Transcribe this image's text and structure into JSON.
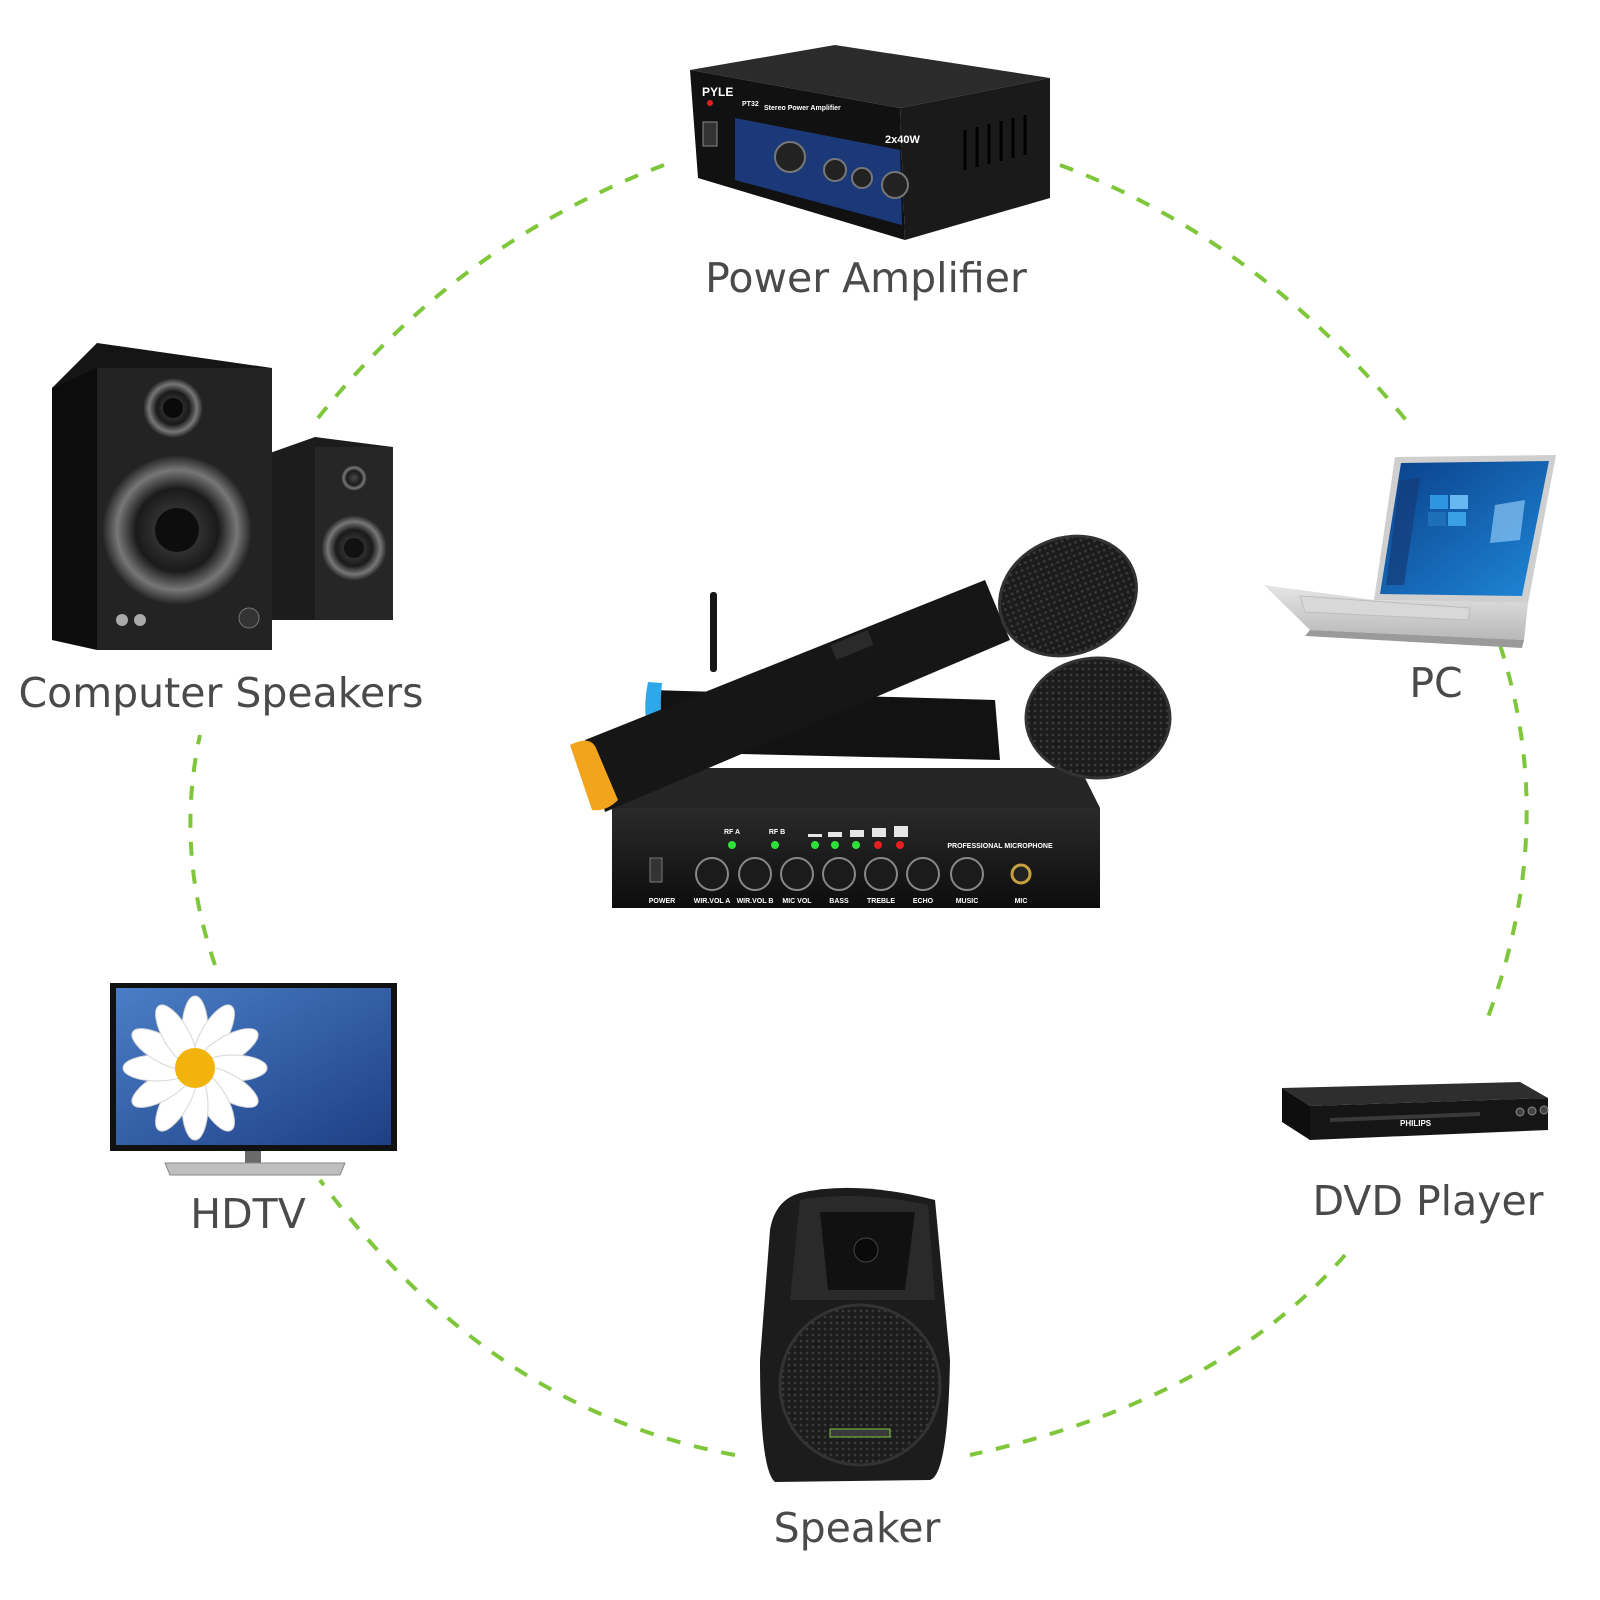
{
  "diagram": {
    "center_device": "wireless-microphone-system",
    "accent_color": "#7ec63a",
    "label_color": "#4a4a4a",
    "nodes": [
      {
        "id": "power-amplifier",
        "label": "Power Amplifier",
        "icon": "amplifier-icon"
      },
      {
        "id": "pc",
        "label": "PC",
        "icon": "laptop-icon"
      },
      {
        "id": "dvd-player",
        "label": "DVD Player",
        "icon": "dvd-player-icon"
      },
      {
        "id": "speaker",
        "label": "Speaker",
        "icon": "pa-speaker-icon"
      },
      {
        "id": "hdtv",
        "label": "HDTV",
        "icon": "tv-icon"
      },
      {
        "id": "computer-speakers",
        "label": "Computer Speakers",
        "icon": "bookshelf-speakers-icon"
      }
    ]
  },
  "amplifier": {
    "brand": "PYLE",
    "model": "PT32",
    "subtitle": "Stereo Power Amplifier",
    "power": "2x40W"
  },
  "receiver": {
    "title": "PROFESSIONAL MICROPHONE",
    "indicators": [
      "RF A",
      "RF B"
    ],
    "knobs": [
      "WIR.VOL A",
      "WIR.VOL B",
      "MIC VOL",
      "BASS",
      "TREBLE",
      "ECHO",
      "MUSIC"
    ],
    "power_label": "POWER",
    "mic_label": "MIC"
  },
  "dvd": {
    "brand": "PHILIPS"
  }
}
